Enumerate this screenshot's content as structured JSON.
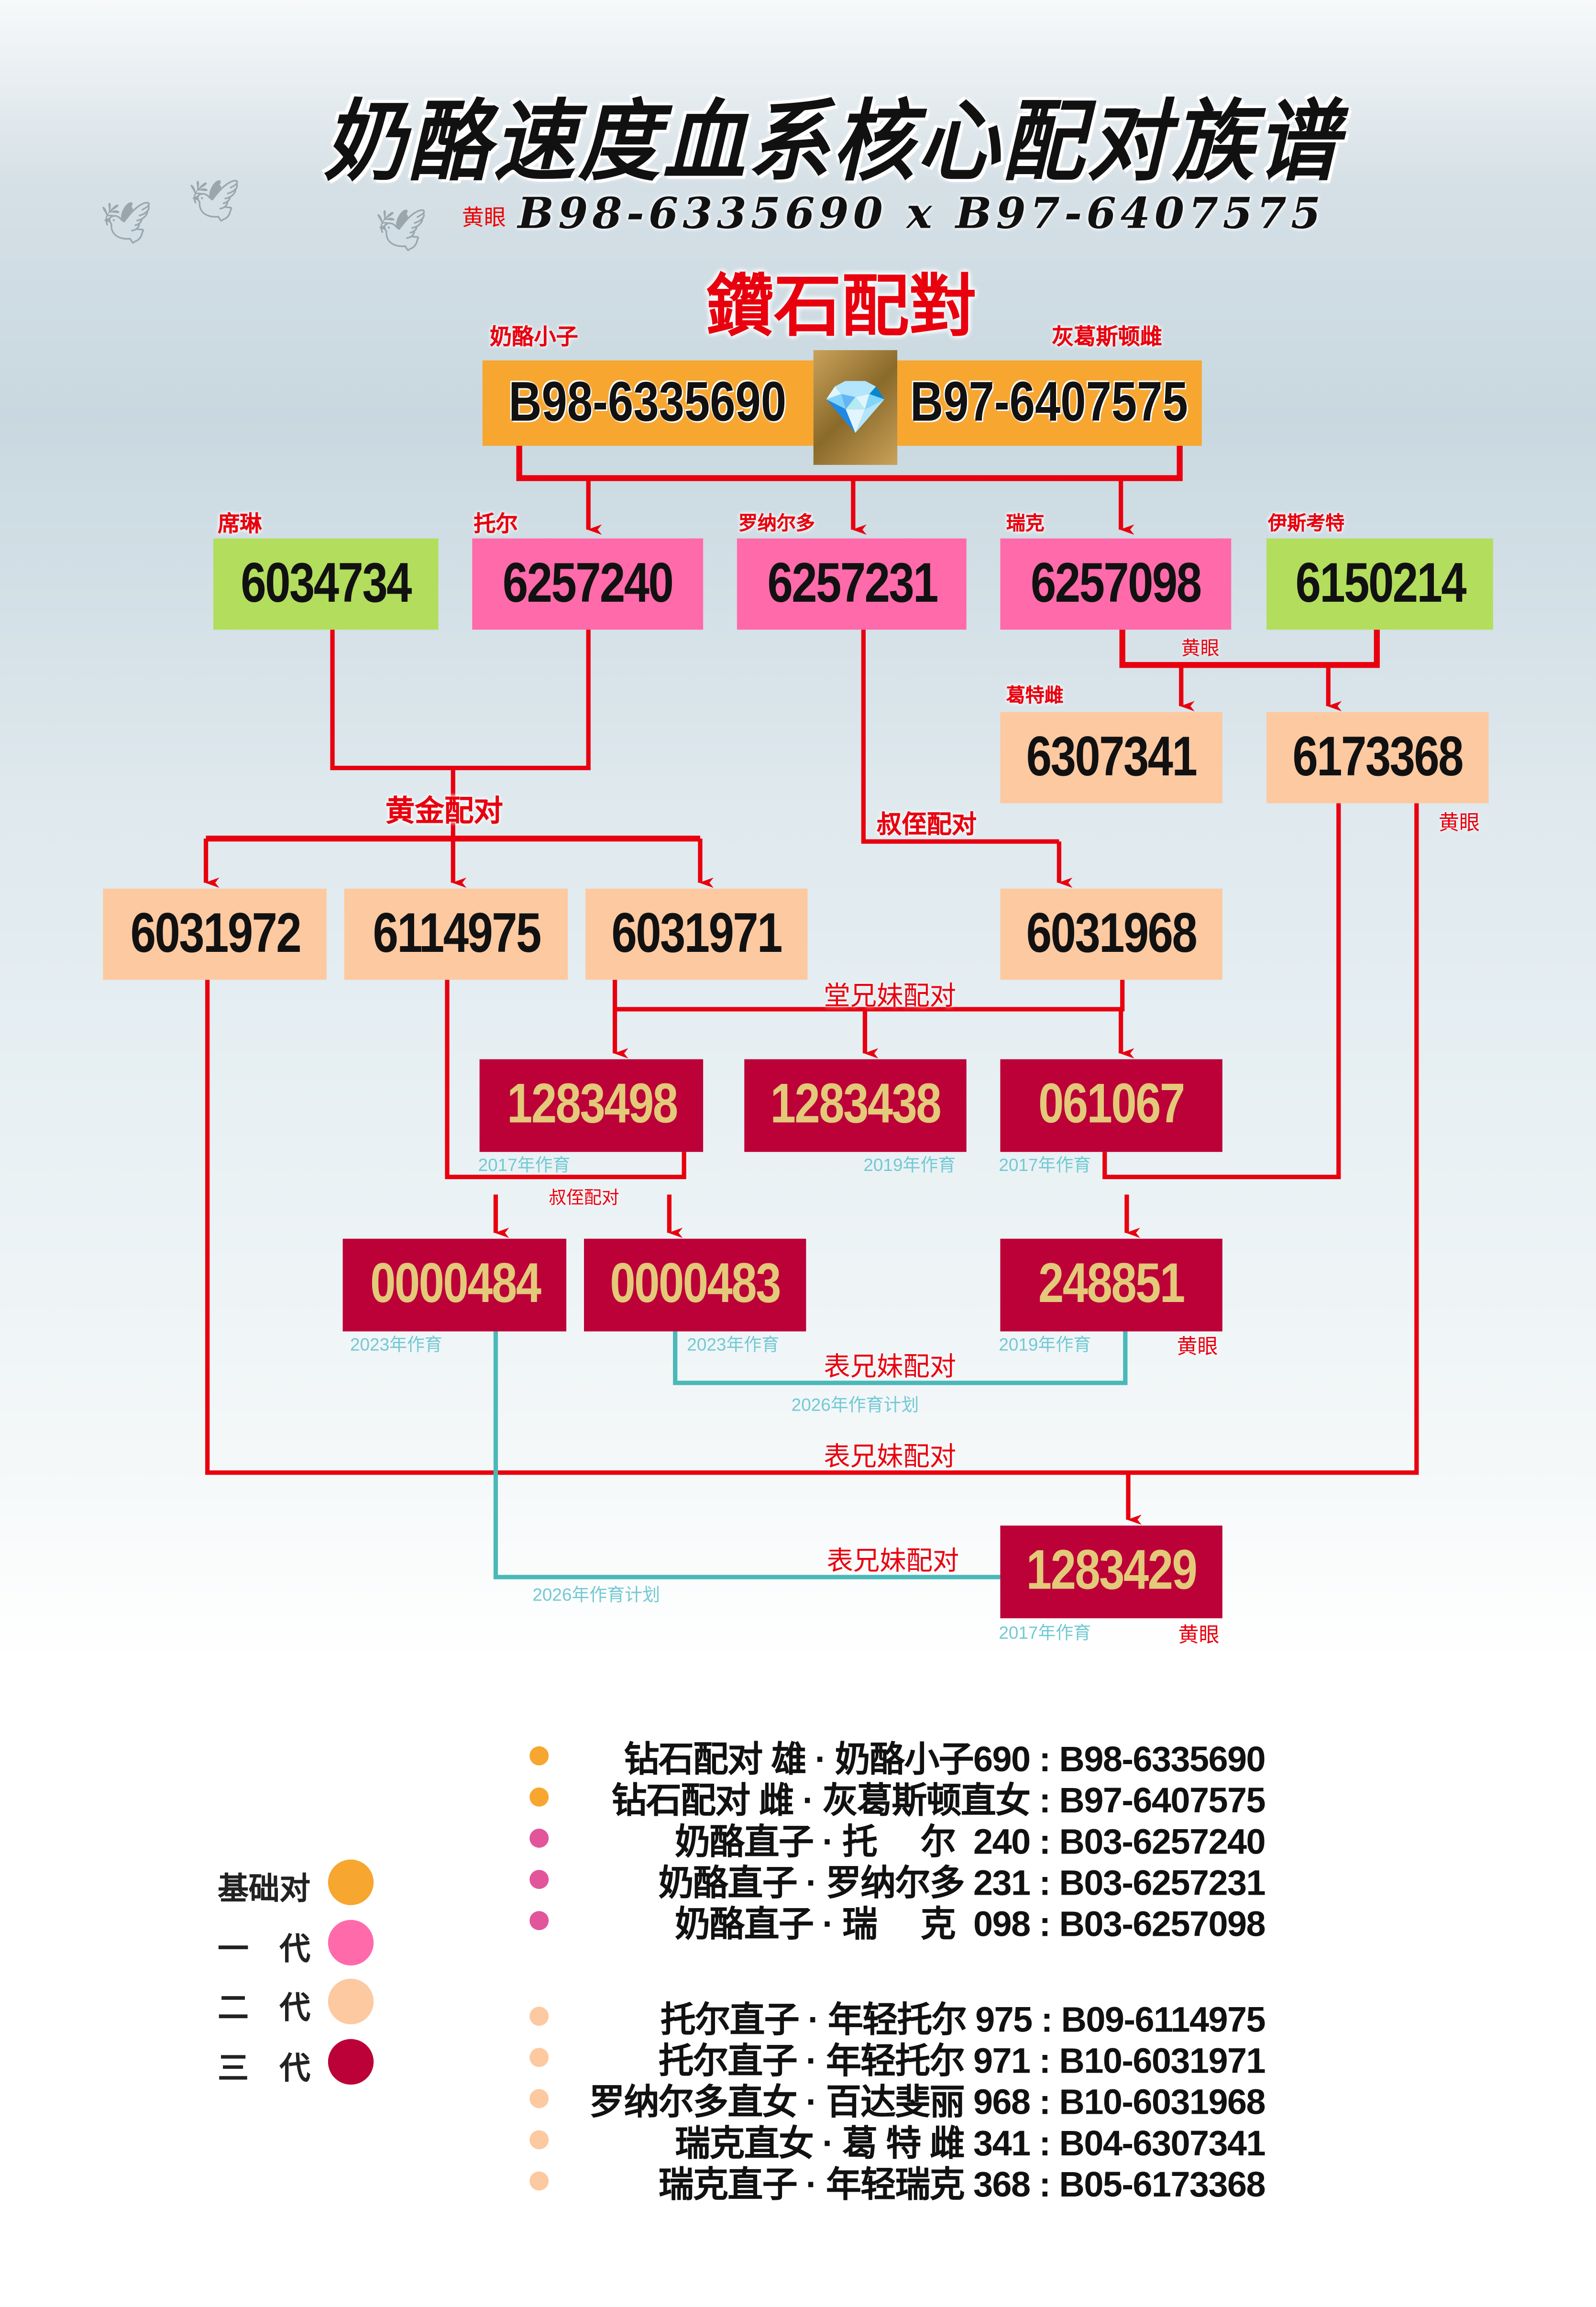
{
  "title": "奶酪速度血系核心配对族谱",
  "subtitle": {
    "tag": "黄眼",
    "text": "B98-6335690 x B97-6407575"
  },
  "pair_title": "鑽石配對",
  "colors": {
    "base": "#f7a630",
    "gen1": "#ff6aab",
    "gen2": "#fdc9a1",
    "gen3": "#bc0038",
    "outside": "#b3dd5c",
    "line": "#e8000f",
    "plan_line": "#4ab8b8"
  },
  "parents": {
    "sire": {
      "name": "奶酪小子",
      "ring": "B98-6335690"
    },
    "dam": {
      "name": "灰葛斯顿雌",
      "ring": "B97-6407575"
    },
    "center_icon": "diamond-icon"
  },
  "gen1": [
    {
      "name": "席琳",
      "ring": "6034734"
    },
    {
      "name": "托尔",
      "ring": "6257240"
    },
    {
      "name": "罗纳尔多",
      "ring": "6257231"
    },
    {
      "name": "瑞克",
      "ring": "6257098"
    },
    {
      "name": "伊斯考特",
      "ring": "6150214"
    }
  ],
  "gen2": [
    {
      "name": "葛特雌",
      "ring": "6307341"
    },
    {
      "ring": "6173368",
      "note": "黄眼"
    },
    {
      "ring": "6031972"
    },
    {
      "ring": "6114975"
    },
    {
      "ring": "6031971"
    },
    {
      "ring": "6031968"
    }
  ],
  "gen3": [
    {
      "ring": "1283498",
      "year": "2017年作育"
    },
    {
      "ring": "1283438",
      "year": "2019年作育"
    },
    {
      "ring": "061067",
      "year": "2017年作育"
    },
    {
      "ring": "0000484",
      "year": "2023年作育"
    },
    {
      "ring": "0000483",
      "year": "2023年作育"
    },
    {
      "ring": "248851",
      "year": "2019年作育",
      "note": "黄眼"
    },
    {
      "ring": "1283429",
      "year": "2017年作育",
      "note": "黄眼"
    }
  ],
  "links": {
    "yellow_eye_1": "黄眼",
    "golden": "黄金配对",
    "uncle_niece_1": "叔侄配对",
    "cousin_1": "堂兄妹配对",
    "uncle_niece_2": "叔侄配对",
    "cousin_2": "表兄妹配对",
    "plan_1": "2026年作育计划",
    "cousin_3": "表兄妹配对",
    "cousin_4": "表兄妹配对",
    "plan_2": "2026年作育计划"
  },
  "legend": [
    {
      "label": "基础对"
    },
    {
      "label": "一　代"
    },
    {
      "label": "二　代"
    },
    {
      "label": "三　代"
    }
  ],
  "list": [
    {
      "text": "钻石配对 雄 · 奶酪小子690 : B98-6335690",
      "level": "base"
    },
    {
      "text": "钻石配对 雌 · 灰葛斯顿直女 : B97-6407575",
      "level": "base"
    },
    {
      "text": "奶酪直子 · 托　 尔  240 : B03-6257240",
      "level": "gen1"
    },
    {
      "text": "奶酪直子 · 罗纳尔多 231 : B03-6257231",
      "level": "gen1"
    },
    {
      "text": "奶酪直子 · 瑞　 克  098 : B03-6257098",
      "level": "gen1"
    },
    {
      "text": "托尔直子 · 年轻托尔 975 : B09-6114975",
      "level": "gen2"
    },
    {
      "text": "托尔直子 · 年轻托尔 971 : B10-6031971",
      "level": "gen2"
    },
    {
      "text": "罗纳尔多直女 · 百达斐丽 968 : B10-6031968",
      "level": "gen2"
    },
    {
      "text": "瑞克直女 · 葛 特 雌 341 : B04-6307341",
      "level": "gen2"
    },
    {
      "text": "瑞克直子 · 年轻瑞克 368 : B05-6173368",
      "level": "gen2"
    }
  ]
}
